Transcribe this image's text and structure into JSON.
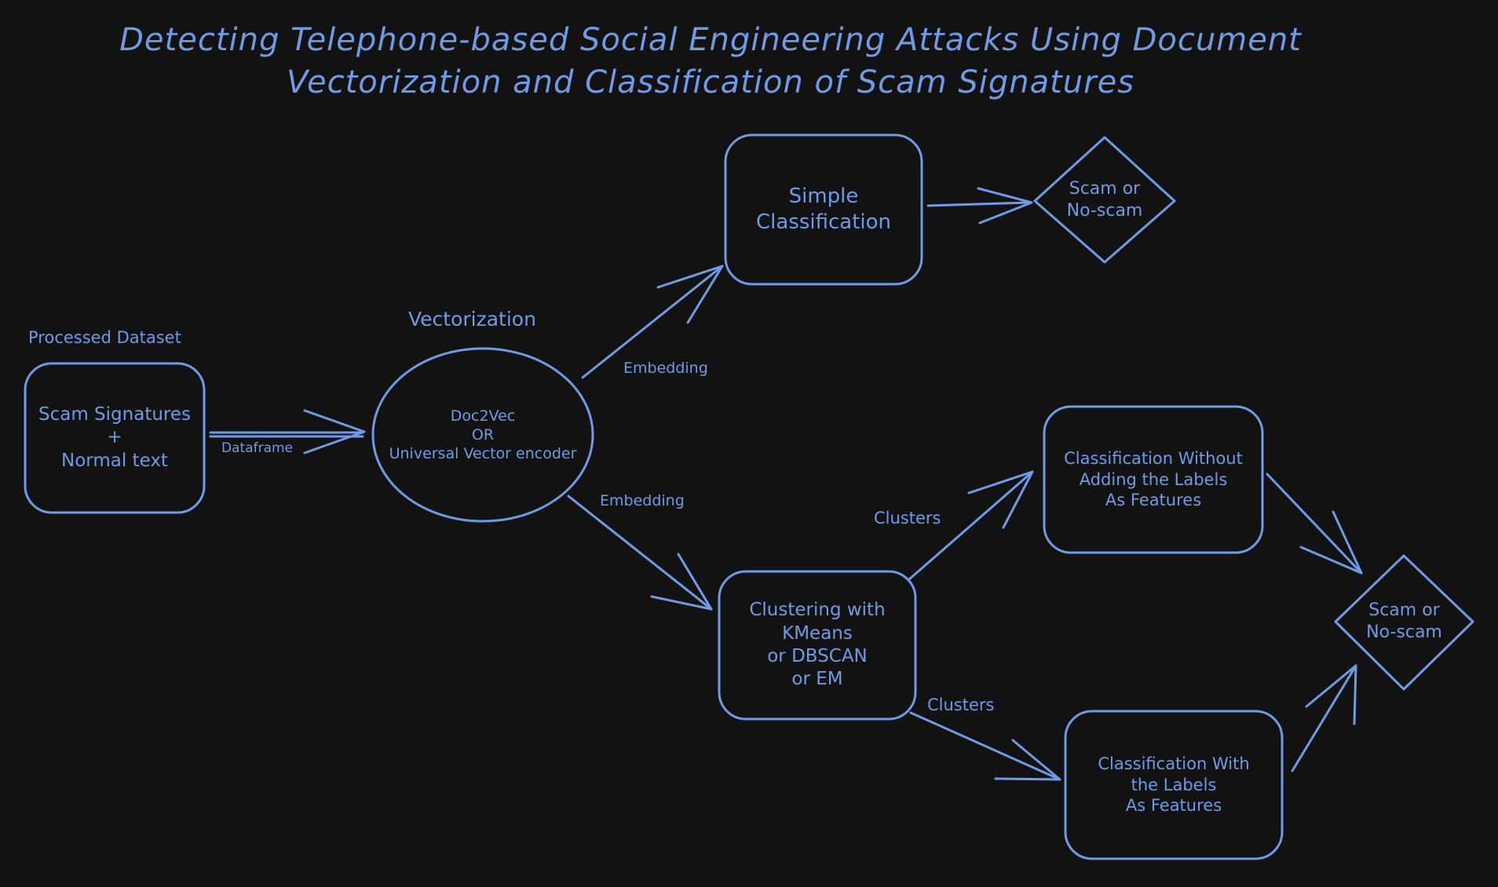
{
  "diagram": {
    "title_lines": [
      "Detecting Telephone-based Social Engineering Attacks Using Document",
      "Vectorization and Classification of Scam Signatures"
    ],
    "dataset_heading": "Processed Dataset",
    "vectorization_heading": "Vectorization",
    "nodes": {
      "dataset": {
        "lines": [
          "Scam Signatures",
          "+",
          "Normal text"
        ]
      },
      "vectorizer": {
        "lines": [
          "Doc2Vec",
          "OR",
          "Universal Vector encoder"
        ]
      },
      "simple_classification": {
        "lines": [
          "Simple",
          "Classification"
        ]
      },
      "decision_top": {
        "lines": [
          "Scam or",
          "No-scam"
        ]
      },
      "clustering": {
        "lines": [
          "Clustering with",
          "KMeans",
          "or DBSCAN",
          "or EM"
        ]
      },
      "classification_without": {
        "lines": [
          "Classification Without",
          "Adding the Labels",
          "As Features"
        ]
      },
      "classification_with": {
        "lines": [
          "Classification With",
          "the Labels",
          "As Features"
        ]
      },
      "decision_bottom": {
        "lines": [
          "Scam or",
          "No-scam"
        ]
      }
    },
    "edge_labels": {
      "dataframe": "Dataframe",
      "embedding_top": "Embedding",
      "embedding_bottom": "Embedding",
      "clusters_top": "Clusters",
      "clusters_bottom": "Clusters"
    },
    "colors": {
      "background": "#121212",
      "stroke": "#6f9be6"
    }
  }
}
